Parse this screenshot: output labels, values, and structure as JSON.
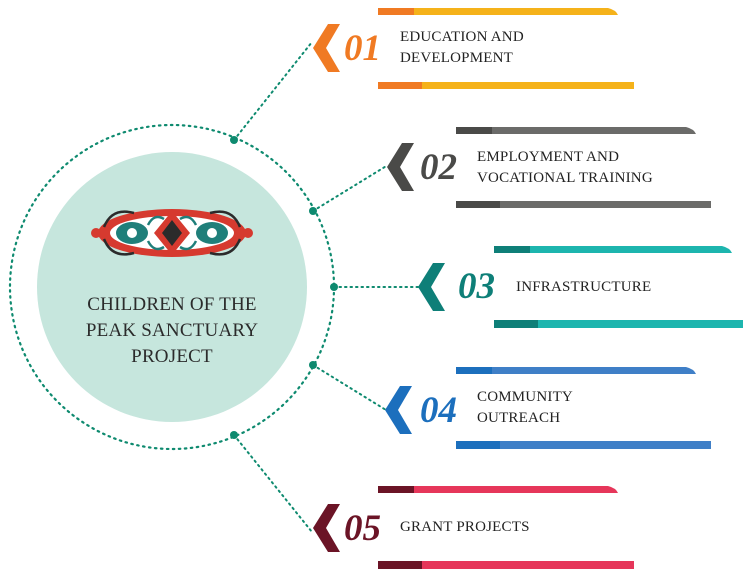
{
  "center": {
    "lines": [
      "CHILDREN OF THE",
      "PEAK SANCTUARY",
      "PROJECT"
    ]
  },
  "items": [
    {
      "number": "01",
      "lines": [
        "EDUCATION AND",
        "DEVELOPMENT"
      ],
      "color": "#f07a23",
      "accent": "#f5b21a"
    },
    {
      "number": "02",
      "lines": [
        "EMPLOYMENT AND",
        "VOCATIONAL TRAINING"
      ],
      "color": "#4a4a48",
      "accent": "#6b6b69"
    },
    {
      "number": "03",
      "lines": [
        "INFRASTRUCTURE"
      ],
      "color": "#0e7f78",
      "accent": "#1db5ae"
    },
    {
      "number": "04",
      "lines": [
        "COMMUNITY",
        "OUTREACH"
      ],
      "color": "#1c6fbd",
      "accent": "#3f7fc7"
    },
    {
      "number": "05",
      "lines": [
        "GRANT PROJECTS"
      ],
      "color": "#6b1426",
      "accent": "#e6365a"
    }
  ],
  "colors": {
    "circle_fill": "#c6e6dd",
    "connector": "#0e8a6f",
    "ornament_red": "#d63a2f",
    "ornament_teal": "#1f7f7a",
    "ornament_dark": "#2b2b2b"
  }
}
